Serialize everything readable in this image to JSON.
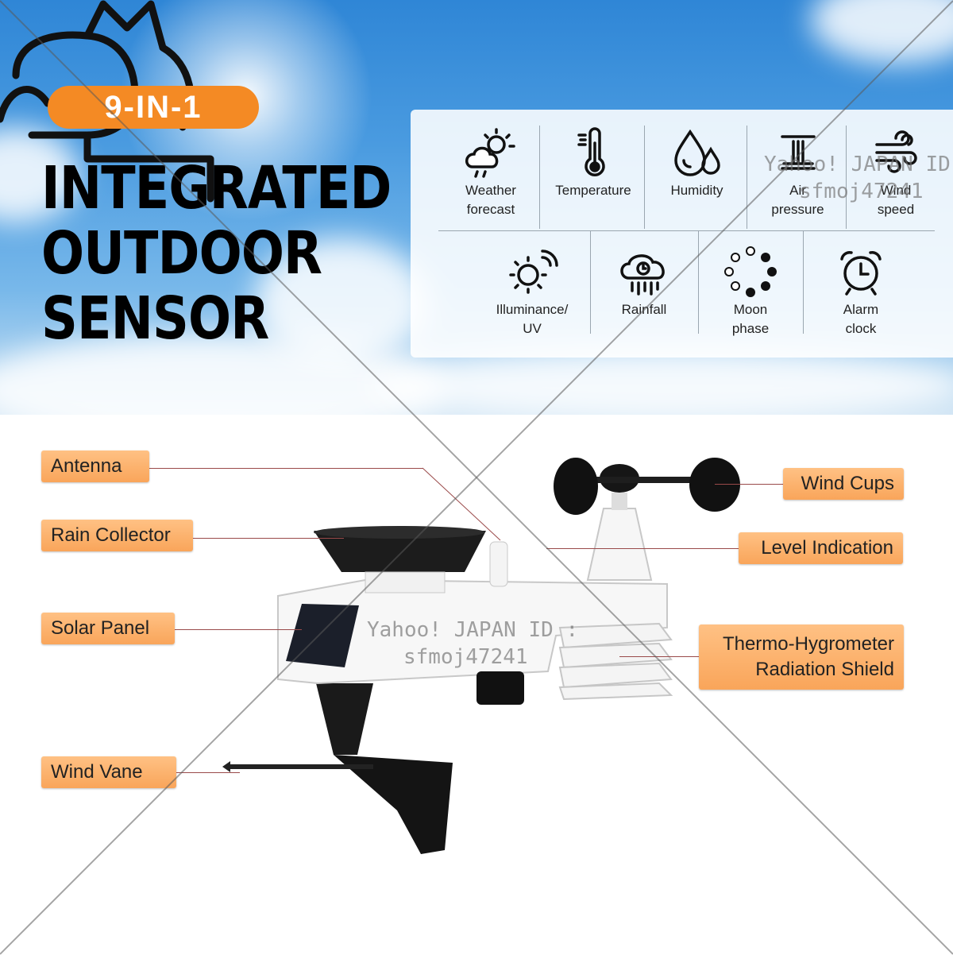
{
  "hero": {
    "badge": "9-IN-1",
    "headline": [
      "INTEGRATED",
      "OUTDOOR",
      "SENSOR"
    ]
  },
  "features": {
    "row1": [
      {
        "icon": "weather-forecast-icon",
        "lines": [
          "Weather",
          "forecast"
        ]
      },
      {
        "icon": "thermometer-icon",
        "lines": [
          "Temperature"
        ]
      },
      {
        "icon": "humidity-icon",
        "lines": [
          "Humidity"
        ]
      },
      {
        "icon": "air-pressure-icon",
        "lines": [
          "Air",
          "pressure"
        ]
      },
      {
        "icon": "wind-speed-icon",
        "lines": [
          "Wind",
          "speed"
        ]
      }
    ],
    "row2": [
      {
        "icon": "illuminance-icon",
        "lines": [
          "Illuminance/",
          "UV"
        ]
      },
      {
        "icon": "rainfall-icon",
        "lines": [
          "Rainfall"
        ]
      },
      {
        "icon": "moon-phase-icon",
        "lines": [
          "Moon",
          "phase"
        ]
      },
      {
        "icon": "alarm-clock-icon",
        "lines": [
          "Alarm",
          "clock"
        ]
      }
    ]
  },
  "parts": {
    "antenna": "Antenna",
    "rain_collector": "Rain Collector",
    "solar_panel": "Solar Panel",
    "wind_vane": "Wind Vane",
    "wind_cups": "Wind Cups",
    "level_indication": "Level Indication",
    "shield": [
      "Thermo-Hygrometer",
      "Radiation Shield"
    ]
  },
  "watermark": {
    "line1": "Yahoo! JAPAN ID :",
    "line2": "sfmoj47241",
    "top_line1": "Yahoo! JAPAN ID",
    "top_line2": "sfmoj47241"
  },
  "colors": {
    "accent": "#f48a24",
    "label_fill": "#f9a55a",
    "sky": "#4a9be0"
  }
}
